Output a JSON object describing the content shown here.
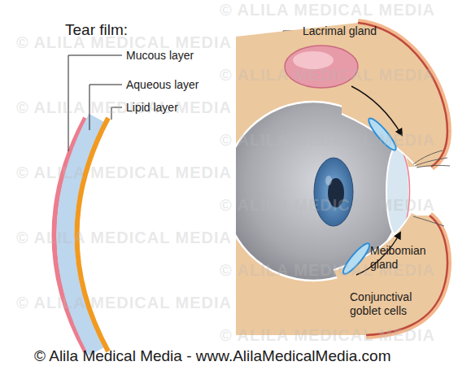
{
  "diagram": {
    "title": "Tear film:",
    "caption": "© Alila Medical Media - www.AlilaMedicalMedia.com",
    "labels": [
      "Mucous layer",
      "Aqueous layer",
      "Lipid layer",
      "Lacrimal gland",
      "Meibomian gland",
      "Conjunctival goblet cells",
      "© ALILA MEDICAL MEDIA",
      "© ALILA MEDICAL MEDIA",
      "© ALILA MEDICAL MEDIA",
      "© ALILA MEDICAL MEDIA",
      "© ALILA MEDICAL MEDIA",
      "© ALILA MEDICAL MEDIA",
      "© ALILA MEDICAL MEDIA",
      "© ALILA MEDICAL MEDIA",
      "© ALILA MEDICAL MEDIA",
      "© ALILA MEDICAL MEDIA",
      "© ALILA MEDICAL MEDIA"
    ]
  }
}
